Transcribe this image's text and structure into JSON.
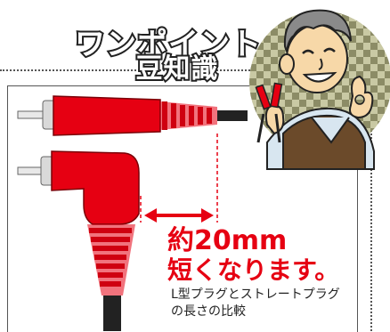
{
  "title": {
    "line1": "ワンポイント",
    "line2": "豆知識"
  },
  "headline": {
    "line1": "約20mm",
    "line2": "短くなります。"
  },
  "caption": {
    "line1": "L型プラグとストレートプラグ",
    "line2": "の長さの比較"
  },
  "colors": {
    "plug_red": "#e60012",
    "cable": "#222222",
    "headline_red": "#e60012",
    "skin": "#f7d8a8",
    "hair": "#8a8a8a",
    "checker_a": "#8c8c66",
    "checker_b": "#c9c9a4"
  },
  "icons": [
    "double-arrow-icon",
    "mascot-character",
    "rca-plug-straight",
    "rca-plug-l-shaped"
  ]
}
